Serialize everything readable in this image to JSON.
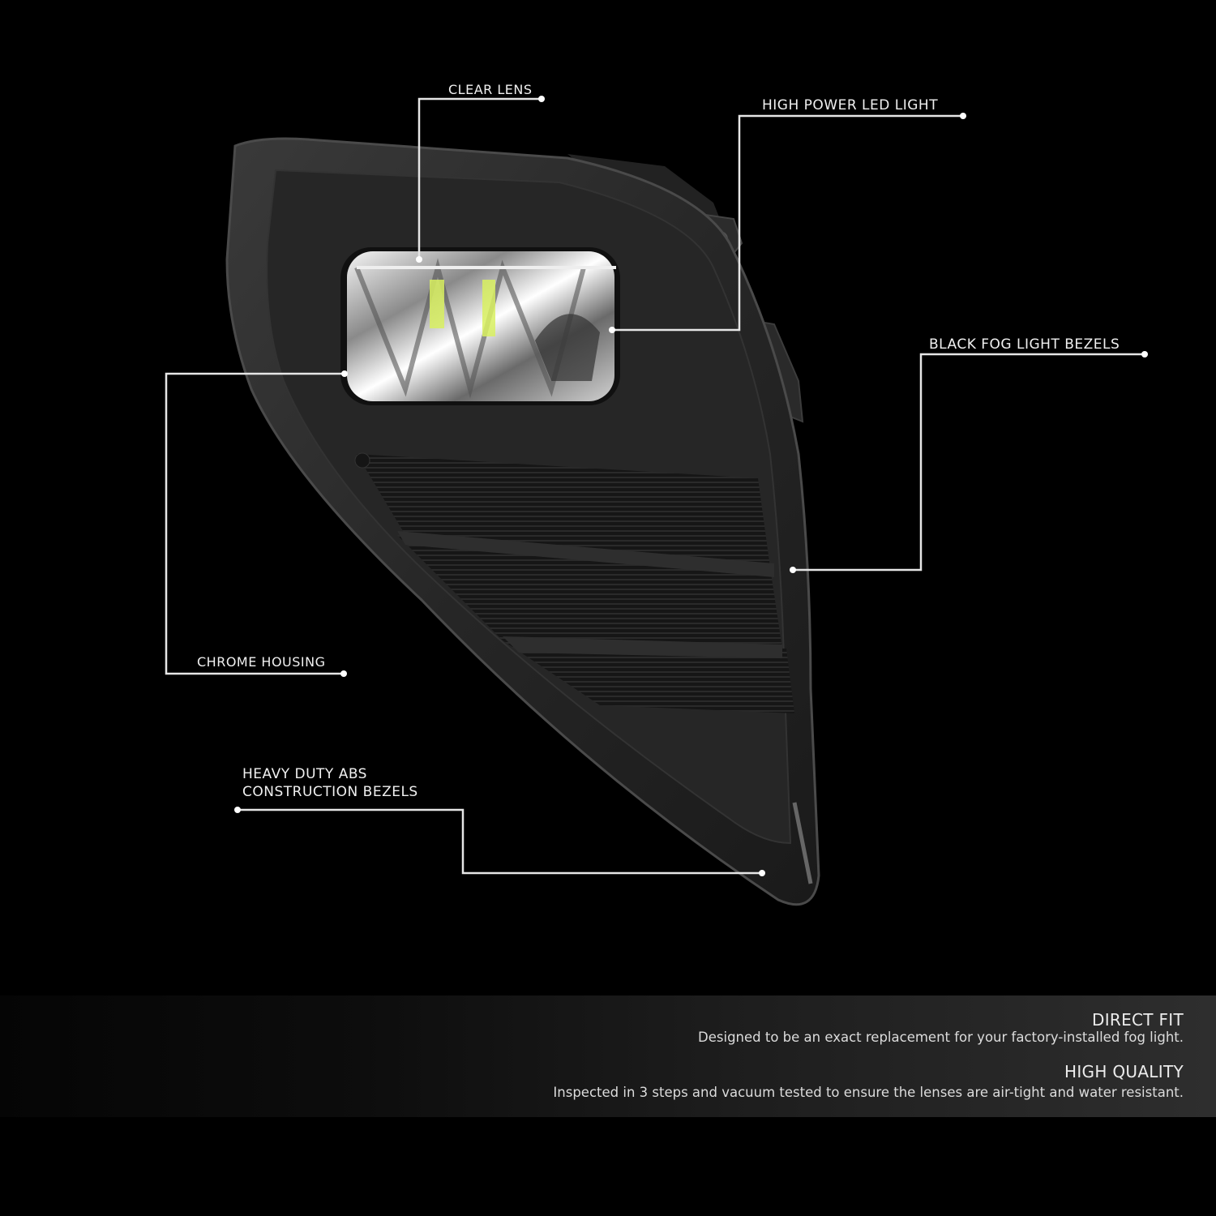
{
  "callouts": {
    "clear_lens": "CLEAR LENS",
    "high_power_led": "HIGH POWER LED LIGHT",
    "black_bezels": "BLACK FOG LIGHT BEZELS",
    "chrome_housing": "CHROME HOUSING",
    "abs_line1": "HEAVY DUTY ABS",
    "abs_line2": "CONSTRUCTION BEZELS"
  },
  "features": [
    {
      "title": "DIRECT FIT",
      "description": "Designed to be an exact replacement for your factory-installed fog light."
    },
    {
      "title": "HIGH QUALITY",
      "description": "Inspected in 3 steps and vacuum tested to ensure the lenses are air-tight and water resistant."
    }
  ],
  "colors": {
    "background": "#000000",
    "callout_line": "#e6e6e6",
    "bezel": "#2b2b2b",
    "led_accent": "#d8f060"
  }
}
